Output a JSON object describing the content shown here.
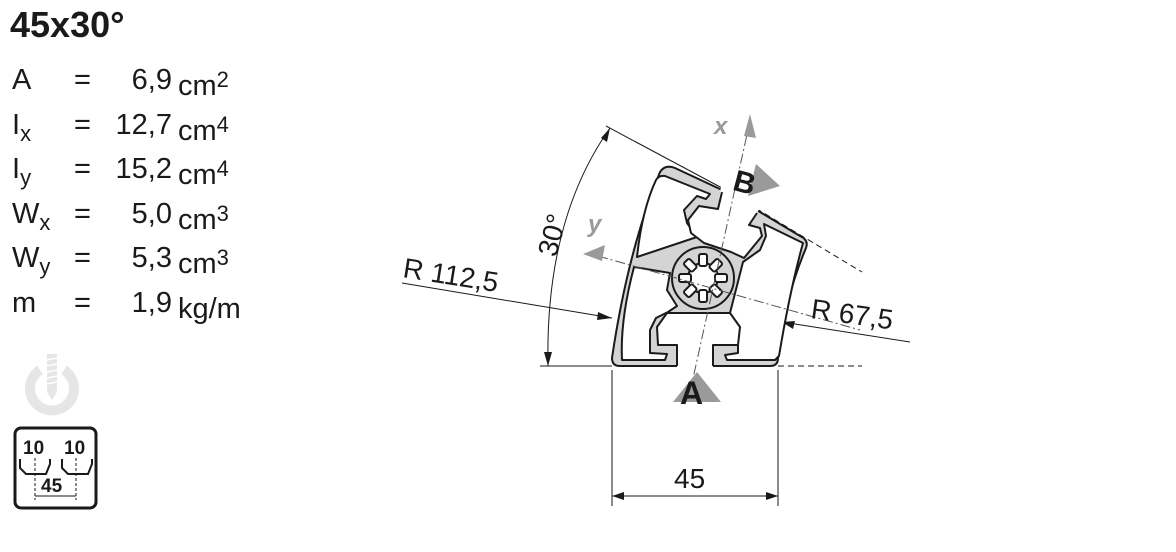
{
  "title": "45x30°",
  "properties": [
    {
      "symbol": "A",
      "sub": "",
      "eq": "=",
      "value": "6,9",
      "unit": "cm",
      "exp": "2"
    },
    {
      "symbol": "I",
      "sub": "x",
      "eq": "=",
      "value": "12,7",
      "unit": "cm",
      "exp": "4"
    },
    {
      "symbol": "I",
      "sub": "y",
      "eq": "=",
      "value": "15,2",
      "unit": "cm",
      "exp": "4"
    },
    {
      "symbol": "W",
      "sub": "x",
      "eq": "=",
      "value": "5,0",
      "unit": "cm",
      "exp": "3"
    },
    {
      "symbol": "W",
      "sub": "y",
      "eq": "=",
      "value": "5,3",
      "unit": "cm",
      "exp": "3"
    },
    {
      "symbol": "m",
      "sub": "",
      "eq": "=",
      "value": "1,9",
      "unit": "kg/m",
      "exp": ""
    }
  ],
  "slot_icon": {
    "left": "10",
    "right": "10",
    "spacing": "45"
  },
  "drawing": {
    "axis_x": "x",
    "axis_y": "y",
    "view_a": "A",
    "view_b": "B",
    "angle": "30°",
    "outer_radius": "R 112,5",
    "inner_radius": "R 67,5",
    "width": "45"
  },
  "colors": {
    "profile_fill": "#d4d4d4",
    "outline": "#1a1a1a",
    "marker_gray": "#9a9a9a"
  }
}
